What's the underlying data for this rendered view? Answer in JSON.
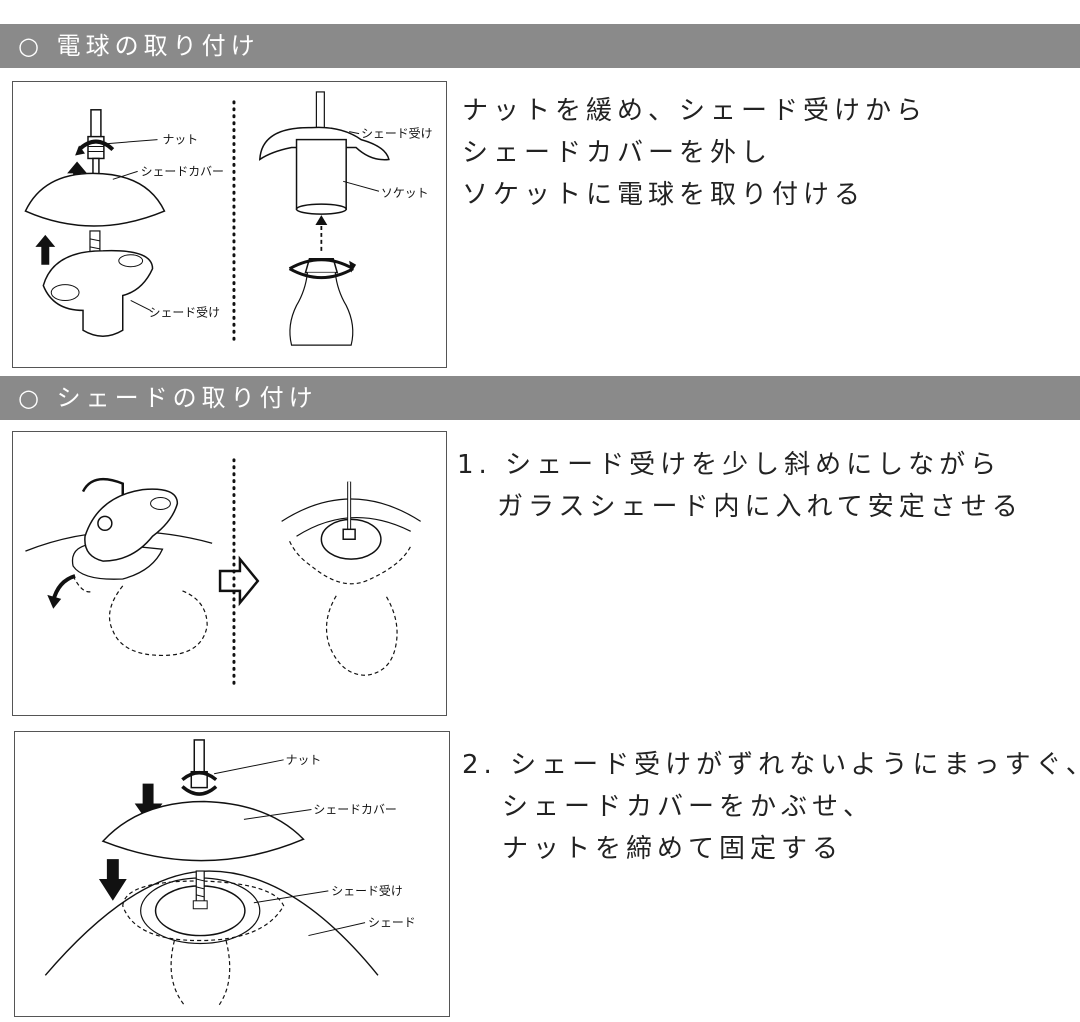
{
  "section1": {
    "title": "○ 電球の取り付け",
    "labels": {
      "nut": "ナット",
      "shade_cover": "シェードカバー",
      "shade_holder_a": "シェード受け",
      "shade_holder_b": "シェード受け",
      "socket": "ソケット"
    },
    "lines": [
      "ナットを緩め、シェード受けから",
      "シェードカバーを外し",
      "ソケットに電球を取り付ける"
    ]
  },
  "section2": {
    "title": "○ シェードの取り付け",
    "step1": {
      "line1": "1. シェード受けを少し斜めにしながら",
      "line2": "ガラスシェード内に入れて安定させる"
    },
    "step2": {
      "line1": "2. シェード受けがずれないようにまっすぐ、",
      "line2": "シェードカバーをかぶせ、",
      "line3": "ナットを締めて固定する",
      "labels": {
        "nut": "ナット",
        "shade_cover": "シェードカバー",
        "shade_holder": "シェード受け",
        "shade": "シェード"
      }
    }
  }
}
